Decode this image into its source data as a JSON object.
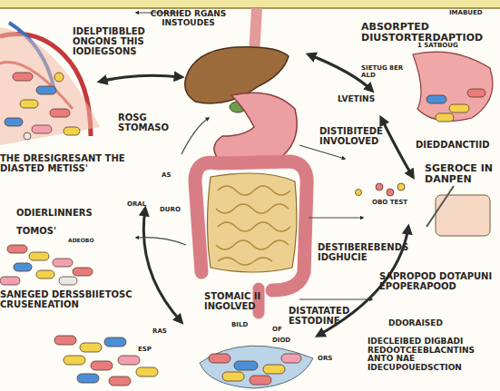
{
  "diagram": {
    "labels": [
      "CORRIED RGANS INSTOUDES",
      "IDELPTIBBLED ONGONS THIS IODIEGSONS",
      "IMABUED",
      "ABSORPTED DIUSTORTERDAPTIOD",
      "1 SATBOUG",
      "SIETUG 8ER ALD",
      "ROSG STOMASO",
      "LVETINS",
      "DISTIBITEDE INVOLOVED",
      "DIEDDANCTIID",
      "THE DRESIGRESANT THE DIASTED METISS'",
      "AS",
      "ORAL",
      "DURO",
      "SGEROCE IN DANPEN",
      "OBO TEST",
      "ODIERLINNERS",
      "TOMOS'",
      "ADEOBO",
      "DESTIBEREBENDS IDGHUCIE",
      "SANEGED DERSSBIIETOSC CRUSENEATION",
      "STOMAIC II INGOLVED",
      "DISTATATED ESTODINE",
      "SAPROPOD DOTAPUNI EPOPERAPOOD",
      "DDORAISED",
      "IDECLEIBED DIGBADI REDOOTCEEBLACNTINS ANTO NAE IDECUPOUEDSCTION",
      "RAS",
      "ESP",
      "BILD",
      "OF",
      "DIOD",
      "ORS"
    ]
  }
}
